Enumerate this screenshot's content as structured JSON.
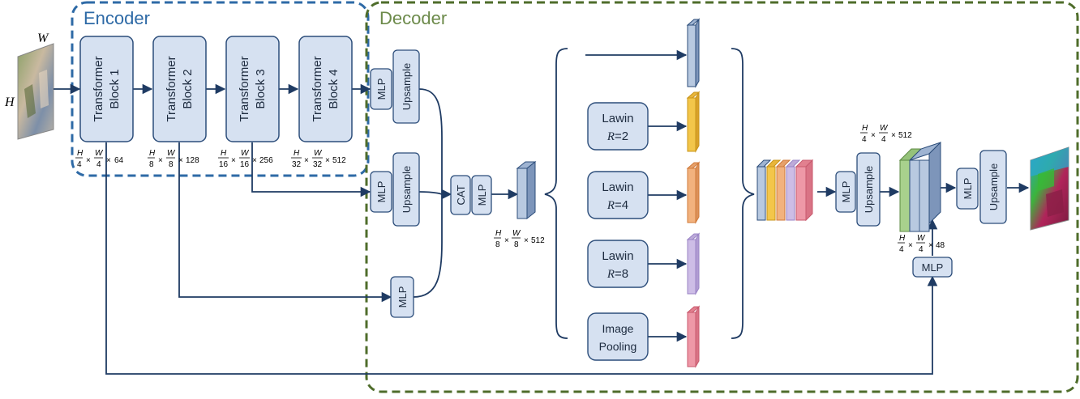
{
  "regions": {
    "encoder_label": "Encoder",
    "decoder_label": "Decoder",
    "encoder_color": "#2e6aa6",
    "decoder_color": "#4f6d2b"
  },
  "input": {
    "width_symbol": "W",
    "height_symbol": "H"
  },
  "encoder": {
    "blocks": [
      {
        "line1": "Transformer",
        "line2": "Block 1"
      },
      {
        "line1": "Transformer",
        "line2": "Block 2"
      },
      {
        "line1": "Transformer",
        "line2": "Block 3"
      },
      {
        "line1": "Transformer",
        "line2": "Block 4"
      }
    ],
    "dims": [
      {
        "h": "H",
        "hd": "4",
        "w": "W",
        "wd": "4",
        "c": "64"
      },
      {
        "h": "H",
        "hd": "8",
        "w": "W",
        "wd": "8",
        "c": "128"
      },
      {
        "h": "H",
        "hd": "16",
        "w": "W",
        "wd": "16",
        "c": "256"
      },
      {
        "h": "H",
        "hd": "32",
        "w": "W",
        "wd": "32",
        "c": "512"
      }
    ]
  },
  "decoder": {
    "mlp_label": "MLP",
    "upsample_label": "Upsample",
    "cat_label": "CAT",
    "fused_dim": {
      "h": "H",
      "hd": "8",
      "w": "W",
      "wd": "8",
      "c": "512"
    },
    "lawin": [
      {
        "title": "Lawin",
        "r": "R",
        "val": "=2"
      },
      {
        "title": "Lawin",
        "r": "R",
        "val": "=4"
      },
      {
        "title": "Lawin",
        "r": "R",
        "val": "=8"
      }
    ],
    "pooling": {
      "line1": "Image",
      "line2": "Pooling"
    },
    "final_dim_top": {
      "h": "H",
      "hd": "4",
      "w": "W",
      "wd": "4",
      "c": "512"
    },
    "final_dim_bottom": {
      "h": "H",
      "hd": "4",
      "w": "W",
      "wd": "4",
      "c": "48"
    }
  },
  "colors": {
    "block_fill": "#d6e1f1",
    "block_stroke": "#2c4d7a",
    "arrow": "#1f3b63",
    "prism_blue": "#b8c9e0",
    "prism_yellow": "#f3c64a",
    "prism_orange": "#f2b27e",
    "prism_purple": "#cdbde6",
    "prism_pink": "#ee98a7",
    "prism_green": "#a8d18d"
  }
}
